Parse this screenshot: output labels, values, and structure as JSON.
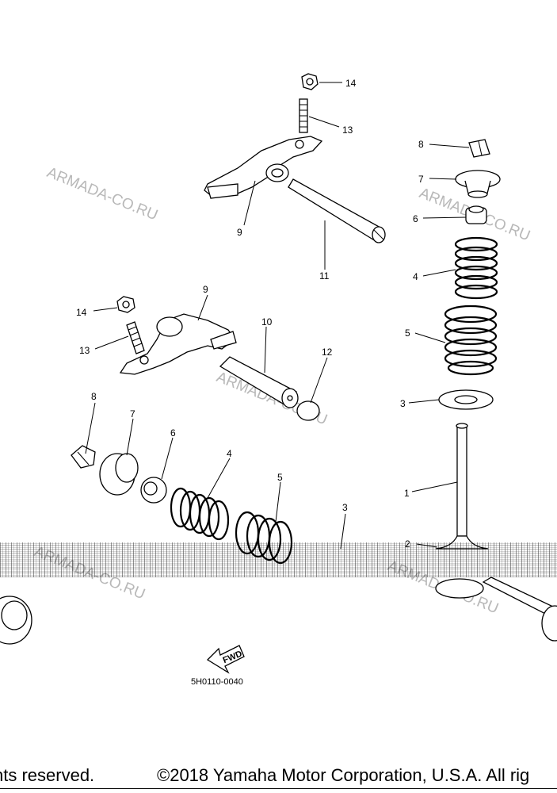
{
  "diagram": {
    "part_labels": [
      "14",
      "13",
      "9",
      "11",
      "8",
      "7",
      "6",
      "4",
      "5",
      "3",
      "1",
      "2",
      "14",
      "13",
      "9",
      "10",
      "12",
      "8",
      "7",
      "6",
      "4",
      "5",
      "3"
    ],
    "watermarks": [
      "ARMADA-CO.RU",
      "ARMADA-CO.RU",
      "ARMADA-CO.RU",
      "ARMADA-CO.RU",
      "ARMADA-CO.RU"
    ],
    "fwd_label": "FWD",
    "drawing_code": "5H0110-0040"
  },
  "footer": {
    "rights_fragment": "hts reserved.",
    "copyright": "©2018 Yamaha Motor Corporation, U.S.A. All rig"
  }
}
